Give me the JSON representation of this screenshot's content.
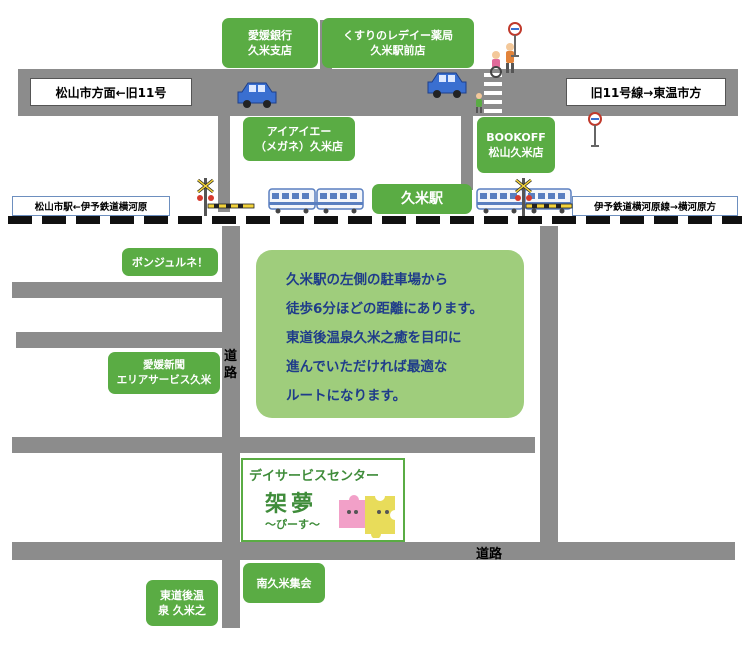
{
  "landmarks": {
    "ehime_bank": {
      "line1": "愛媛銀行",
      "line2": "久米支店"
    },
    "drugstore": {
      "line1": "くすりのレデイー薬局",
      "line2": "久米駅前店"
    },
    "aiai": {
      "line1": "アイアイエー",
      "line2": "（メガネ）久米店"
    },
    "bookoff": {
      "line1": "BOOKOFF",
      "line2": "松山久米店"
    },
    "station": {
      "label": "久米駅"
    },
    "bonjour": {
      "label": "ボンジュルネ！"
    },
    "newspaper": {
      "line1": "愛媛新聞",
      "line2": "エリアサービス久米"
    },
    "minami_hall": {
      "label": "南久米集会"
    },
    "dogo_onsen": {
      "line1": "東道後温",
      "line2": "泉 久米之"
    }
  },
  "road_signs": {
    "west": "松山市方面←旧11号",
    "east": "旧11号線→東温市方"
  },
  "rail_signs": {
    "west": "松山市駅←伊予鉄道横河原",
    "east": "伊予鉄道横河原線→横河原方"
  },
  "callout": {
    "line1": "久米駅の左側の駐車場から",
    "line2": "徒歩6分ほどの距離にあります。",
    "line3": "東道後温泉久米之癒を目印に",
    "line4": "進んでいただければ最適な",
    "line5": "ルートになります。"
  },
  "road_labels": {
    "vertical_char1": "道",
    "vertical_char2": "路",
    "horizontal": "道路"
  },
  "day_center": {
    "line1": "デイサービスセンター",
    "line2": "架夢",
    "line3": "～ぴーす～"
  },
  "colors": {
    "landmark_green": "#5aac44",
    "callout_green": "#9fcd7c",
    "callout_text": "#1f3c8a",
    "road_gray": "#8c8c8c",
    "car_blue": "#3a6fd0",
    "train_blue": "#5a7fc0"
  }
}
